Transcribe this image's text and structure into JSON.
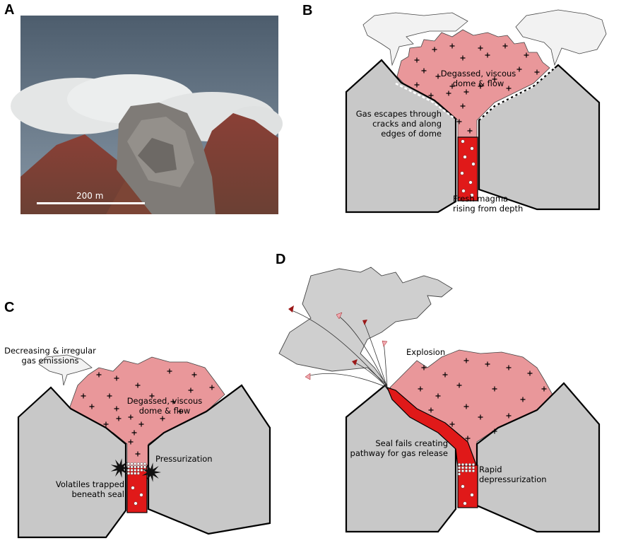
{
  "panels": {
    "a": {
      "letter": "A",
      "scale_label": "200 m"
    },
    "b": {
      "letter": "B",
      "dome_label_1": "Degassed, viscous",
      "dome_label_2": "dome & flow",
      "gas_label_1": "Gas escapes through",
      "gas_label_2": "cracks and along",
      "gas_label_3": "edges of dome",
      "magma_label_1": "Fresh magma",
      "magma_label_2": "rising from depth"
    },
    "c": {
      "letter": "C",
      "emission_label_1": "Decreasing & irregular",
      "emission_label_2": "gas emissions",
      "dome_label_1": "Degassed, viscous",
      "dome_label_2": "dome & flow",
      "pressure_label": "Pressurization",
      "trapped_label_1": "Volatiles trapped",
      "trapped_label_2": "beneath seal"
    },
    "d": {
      "letter": "D",
      "explosion_label": "Explosion",
      "seal_label_1": "Seal fails creating",
      "seal_label_2": "pathway for gas release",
      "depress_label_1": "Rapid",
      "depress_label_2": "depressurization"
    }
  },
  "colors": {
    "rock": "#c8c8c8",
    "dome": "#e9979a",
    "magma": "#e01919",
    "plume_light": "#f2f2f2",
    "plume_grey": "#cfcfcf"
  }
}
